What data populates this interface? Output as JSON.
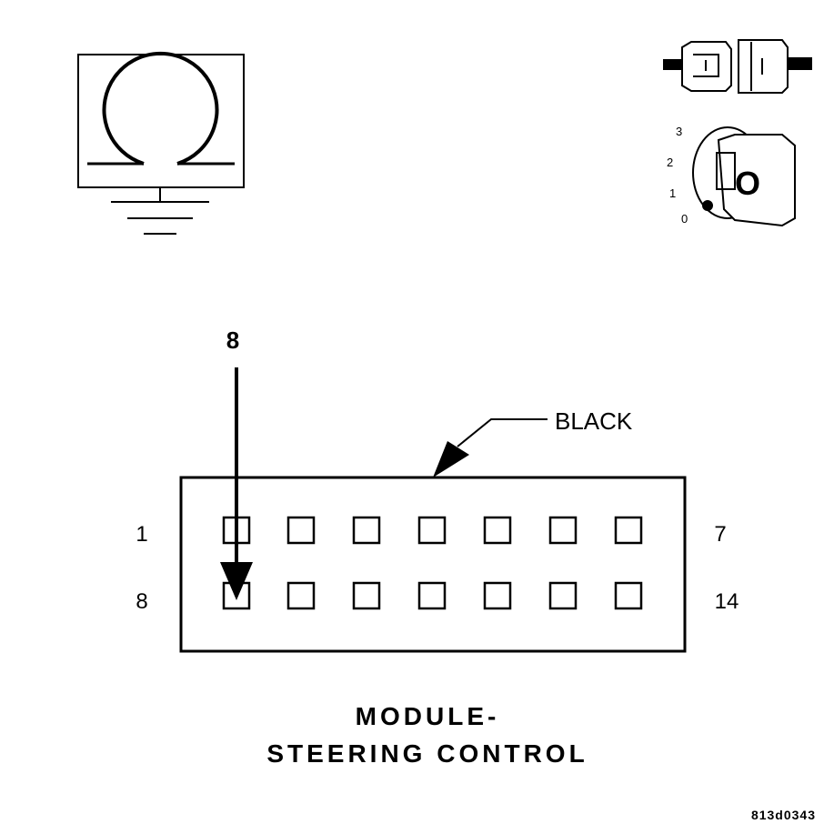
{
  "connector": {
    "color_label": "BLACK",
    "row1": {
      "start": "1",
      "end": "7"
    },
    "row2": {
      "start": "8",
      "end": "14"
    },
    "probe_pin": "8"
  },
  "ignition_key": {
    "positions": [
      "3",
      "2",
      "1",
      "0"
    ],
    "key_label": "O"
  },
  "title": {
    "line1": "MODULE-",
    "line2": "STEERING CONTROL"
  },
  "figure_id": "813d0343",
  "icons": {
    "ohmmeter": "ohmmeter-ground-icon",
    "connector": "disconnect-connector-icon",
    "ignition": "ignition-key-icon"
  }
}
